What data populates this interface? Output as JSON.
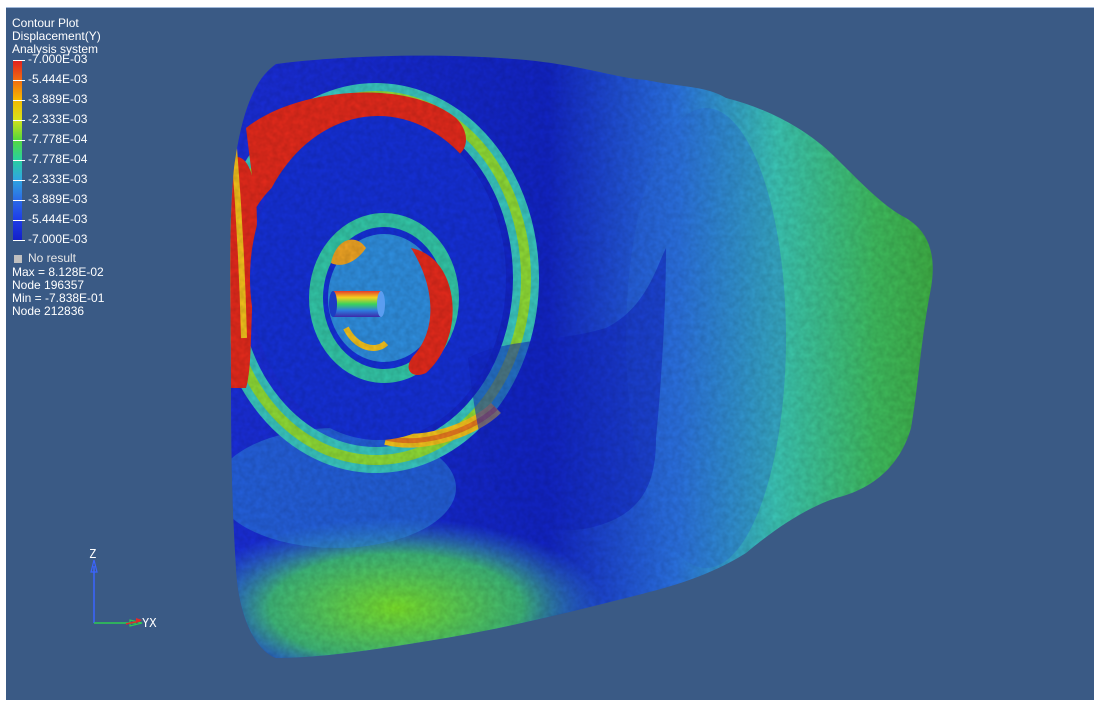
{
  "legend": {
    "title": "Contour Plot",
    "result_type": "Displacement(Y)",
    "system": "Analysis system",
    "levels": [
      "-7.000E-03",
      "-5.444E-03",
      "-3.889E-03",
      "-2.333E-03",
      "-7.778E-04",
      "-7.778E-04",
      "-2.333E-03",
      "-3.889E-03",
      "-5.444E-03",
      "-7.000E-03"
    ],
    "no_result_label": "No result",
    "max_text": "Max = 8.128E-02",
    "max_node": "Node 196357",
    "min_text": "Min = -7.838E-01",
    "min_node": "Node 212836"
  },
  "axes": {
    "vertical_label": "Z",
    "horizontal_label": "YX"
  },
  "colors": {
    "background": "#3a5a85",
    "contour_high": "#e11e1e",
    "contour_mid": "#58d83a",
    "contour_low": "#1320c8",
    "axis_z": "#3b64ff",
    "axis_y": "#2ccc52",
    "axis_x": "#e02a2a"
  }
}
